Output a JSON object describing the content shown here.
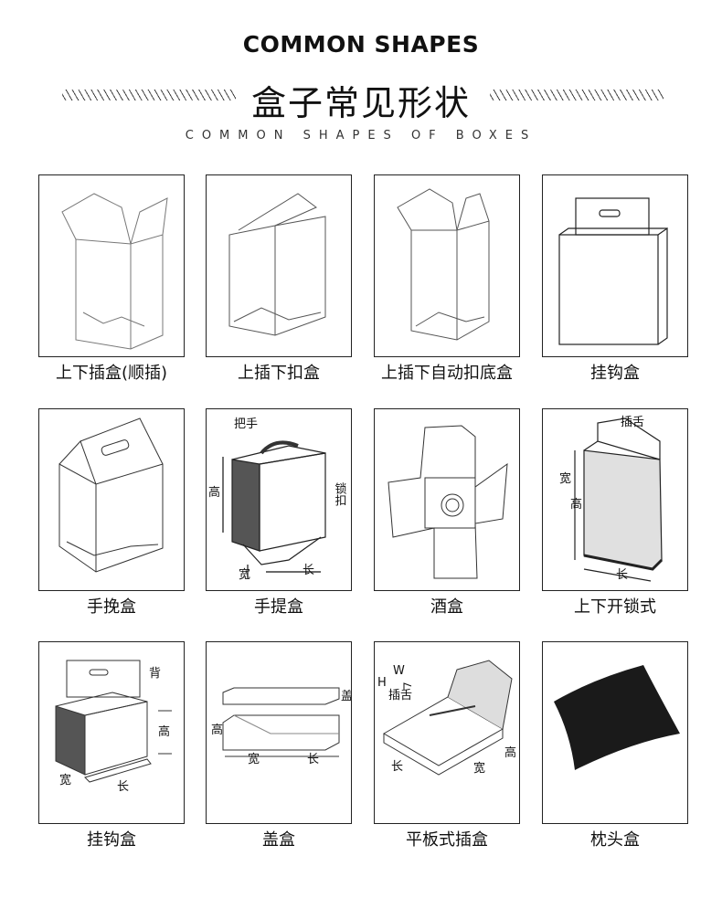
{
  "header": {
    "title": "COMMON SHAPES",
    "title_cn": "盒子常见形状",
    "subtitle": "COMMON SHAPES OF BOXES"
  },
  "boxes": [
    {
      "label": "上下插盒(顺插)",
      "icon": "tuck-end-box-icon"
    },
    {
      "label": "上插下扣盒",
      "icon": "snap-lock-bottom-box-icon"
    },
    {
      "label": "上插下自动扣底盒",
      "icon": "auto-lock-bottom-box-icon"
    },
    {
      "label": "挂钩盒",
      "icon": "hanger-box-icon"
    },
    {
      "label": "手挽盒",
      "icon": "gable-handle-box-icon"
    },
    {
      "label": "手提盒",
      "icon": "handle-carry-box-icon"
    },
    {
      "label": "酒盒",
      "icon": "wine-box-icon"
    },
    {
      "label": "上下开锁式",
      "icon": "lock-tab-box-icon"
    },
    {
      "label": "挂钩盒",
      "icon": "hang-tab-box-icon"
    },
    {
      "label": "盖盒",
      "icon": "lid-box-icon"
    },
    {
      "label": "平板式插盒",
      "icon": "flat-tuck-box-icon"
    },
    {
      "label": "枕头盒",
      "icon": "pillow-box-icon"
    }
  ],
  "annotations": {
    "handle": "把手",
    "height": "高",
    "lock": "锁扣",
    "width": "宽",
    "length": "长",
    "tuck_tongue": "插舌",
    "back": "背",
    "lid": "盖",
    "w": "W",
    "h": "H"
  },
  "colors": {
    "line": "#222222",
    "dark_panel": "#555555",
    "pillow": "#1a1a1a"
  }
}
